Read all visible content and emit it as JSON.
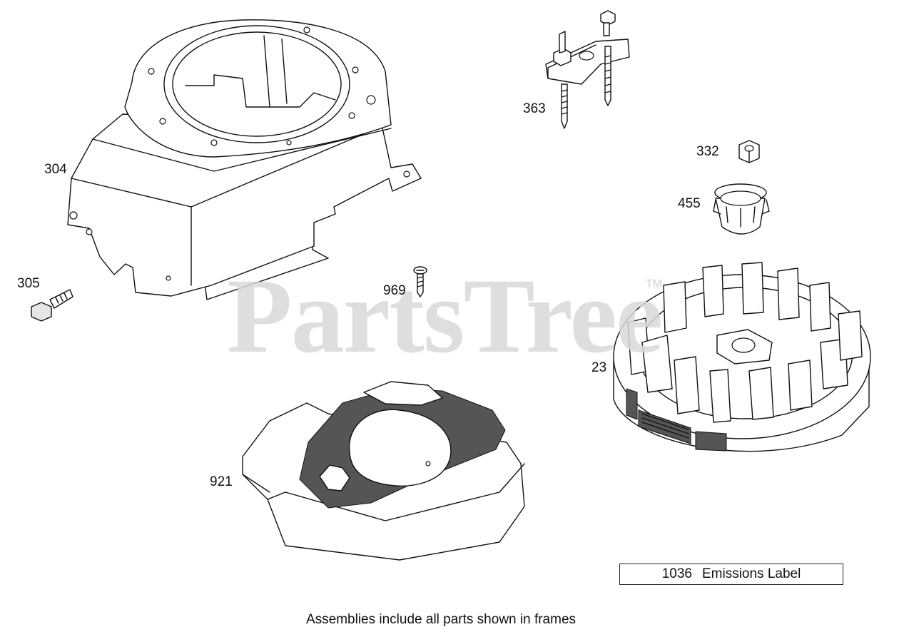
{
  "watermark": {
    "text": "PartsTree",
    "trademark": "TM"
  },
  "callouts": {
    "p304": "304",
    "p305": "305",
    "p363": "363",
    "p332": "332",
    "p455": "455",
    "p969": "969",
    "p23": "23",
    "p921": "921"
  },
  "emissions_label": {
    "number": "1036",
    "text": "Emissions Label"
  },
  "footnote": "Assemblies include all parts shown in frames"
}
